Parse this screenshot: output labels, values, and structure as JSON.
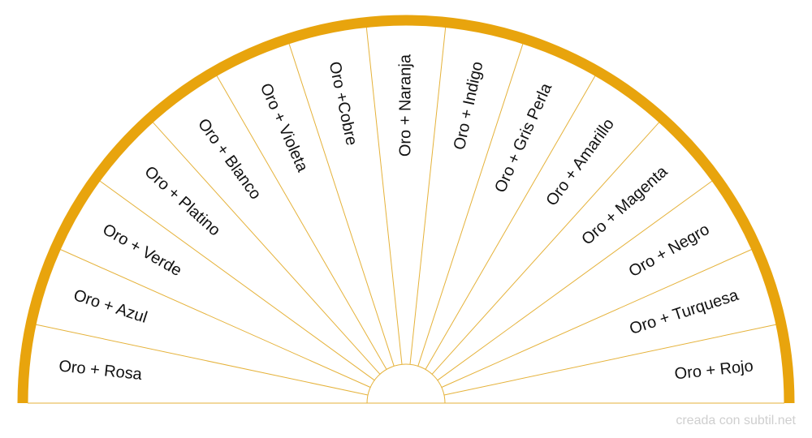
{
  "diagram": {
    "colors": {
      "gold": "#e8a40d",
      "line": "#e5b23a",
      "text": "#111111",
      "background": "#ffffff",
      "credit": "#cfcfcf"
    },
    "segments": [
      "Oro + Rosa",
      "Oro + Azul",
      "Oro + Verde",
      "Oro + Platino",
      "Oro + Blanco",
      "Oro + Violeta",
      "Oro +Cobre",
      "Oro + Naranja",
      "Oro + Indigo",
      "Oro + Gris Perla",
      "Oro + Amarillo",
      "Oro + Magenta",
      "Oro + Negro",
      "Oro + Turquesa",
      "Oro + Rojo"
    ]
  },
  "footer": {
    "credit": "creada con subtil.net"
  }
}
